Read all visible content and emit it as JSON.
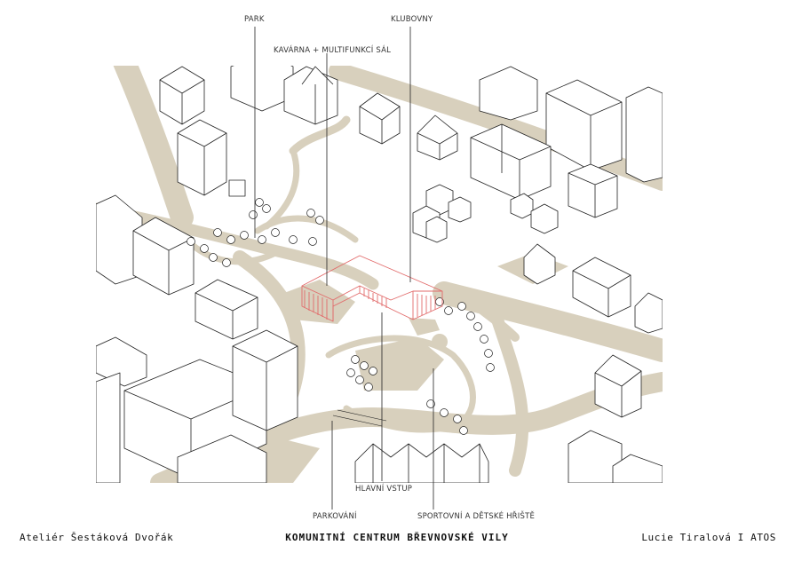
{
  "labels": {
    "park": "PARK",
    "klubovny": "KLUBOVNY",
    "kavarna": "KAVÁRNA + MULTIFUNKCÍ SÁL",
    "hlavni_vstup": "HLAVNÍ VSTUP",
    "parkovani": "PARKOVÁNÍ",
    "sportovni": "SPORTOVNÍ A DĚTSKÉ HŘIŠTĚ"
  },
  "footer": {
    "left": "Ateliér Šestáková Dvořák",
    "center": "KOMUNITNÍ CENTRUM BŘEVNOVSKÉ VILY",
    "right": "Lucie Tiralová I ATOS"
  },
  "colors": {
    "path": "#d8d0bd",
    "highlight": "#e26b6b",
    "line": "#222222"
  }
}
